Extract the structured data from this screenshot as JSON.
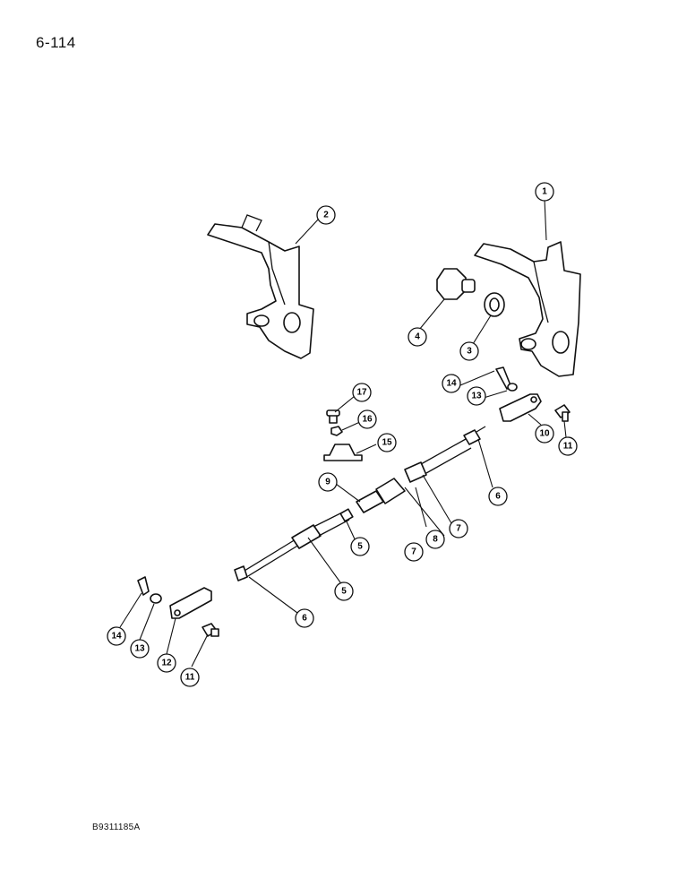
{
  "page_number": "6-114",
  "figure_code": "B9311185A",
  "callouts": [
    {
      "id": "c1",
      "label": "1"
    },
    {
      "id": "c2",
      "label": "2"
    },
    {
      "id": "c3",
      "label": "3"
    },
    {
      "id": "c4",
      "label": "4"
    },
    {
      "id": "c14a",
      "label": "14"
    },
    {
      "id": "c13a",
      "label": "13"
    },
    {
      "id": "c10",
      "label": "10"
    },
    {
      "id": "c11a",
      "label": "11"
    },
    {
      "id": "c17",
      "label": "17"
    },
    {
      "id": "c16",
      "label": "16"
    },
    {
      "id": "c15",
      "label": "15"
    },
    {
      "id": "c9",
      "label": "9"
    },
    {
      "id": "c6a",
      "label": "6"
    },
    {
      "id": "c7a",
      "label": "7"
    },
    {
      "id": "c8",
      "label": "8"
    },
    {
      "id": "c7b",
      "label": "7"
    },
    {
      "id": "c5a",
      "label": "5"
    },
    {
      "id": "c5b",
      "label": "5"
    },
    {
      "id": "c6b",
      "label": "6"
    },
    {
      "id": "c14b",
      "label": "14"
    },
    {
      "id": "c13b",
      "label": "13"
    },
    {
      "id": "c12",
      "label": "12"
    },
    {
      "id": "c11b",
      "label": "11"
    }
  ]
}
